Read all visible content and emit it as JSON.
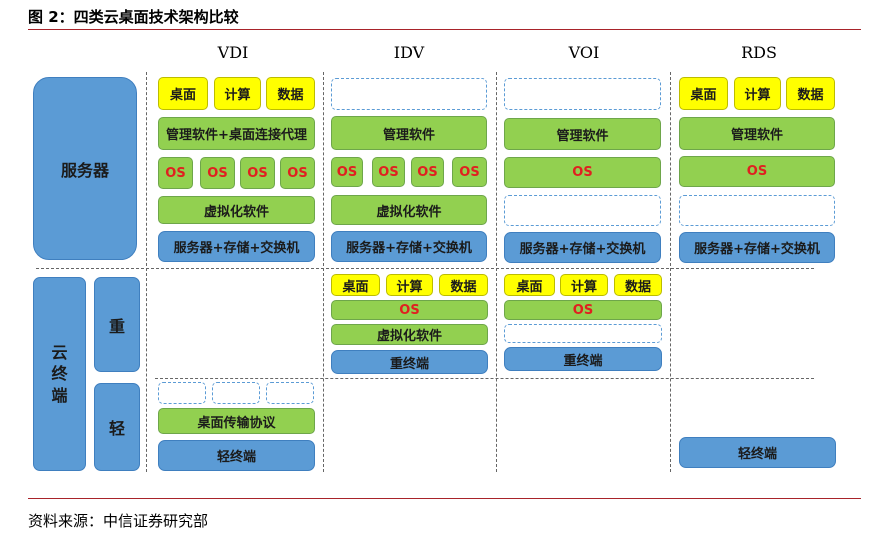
{
  "figure": {
    "title": "图 2：四类云桌面技术架构比较",
    "source": "资料来源：中信证券研究部"
  },
  "columns": [
    "VDI",
    "IDV",
    "VOI",
    "RDS"
  ],
  "rows": {
    "server": "服务器",
    "cloud_terminal": "云\n终\n端",
    "heavy": "重",
    "light": "轻"
  },
  "labels": {
    "desktop": "桌面",
    "compute": "计算",
    "data": "数据",
    "os": "OS",
    "mgmt": "管理软件",
    "mgmt_broker": "管理软件+桌面连接代理",
    "virt": "虚拟化软件",
    "server_stack": "服务器+存储+交换机",
    "heavy_terminal": "重终端",
    "light_terminal": "轻终端",
    "protocol": "桌面传输协议"
  },
  "colors": {
    "blue": "#5b9bd5",
    "green": "#92d050",
    "yellow": "#ffff00",
    "os_text": "#e02020",
    "rule": "#a8232a"
  }
}
